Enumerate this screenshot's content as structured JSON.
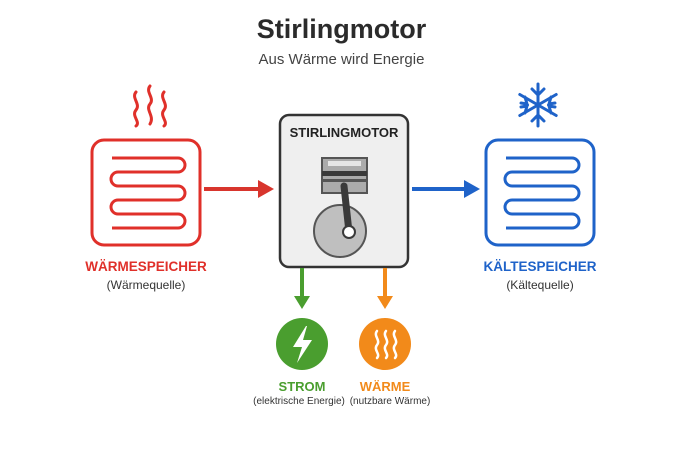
{
  "header": {
    "title": "Stirlingmotor",
    "subtitle": "Aus Wärme wird Energie"
  },
  "heat_storage": {
    "label": "WÄRMESPEICHER",
    "sublabel": "(Wärmequelle)",
    "icon": "heat-waves-icon",
    "color": "#e0302a"
  },
  "engine": {
    "label": "STIRLINGMOTOR",
    "icon": "piston-crank-icon"
  },
  "cold_storage": {
    "label": "KÄLTESPEICHER",
    "sublabel": "(Kältequelle)",
    "icon": "snowflake-icon",
    "color": "#1f63c9"
  },
  "outputs": [
    {
      "label": "STROM",
      "sublabel": "(elektrische Energie)",
      "icon": "lightning-icon",
      "color": "#4a9e2f"
    },
    {
      "label": "WÄRME",
      "sublabel": "(nutzbare Wärme)",
      "icon": "heat-waves-icon",
      "color": "#f28a1a"
    }
  ]
}
